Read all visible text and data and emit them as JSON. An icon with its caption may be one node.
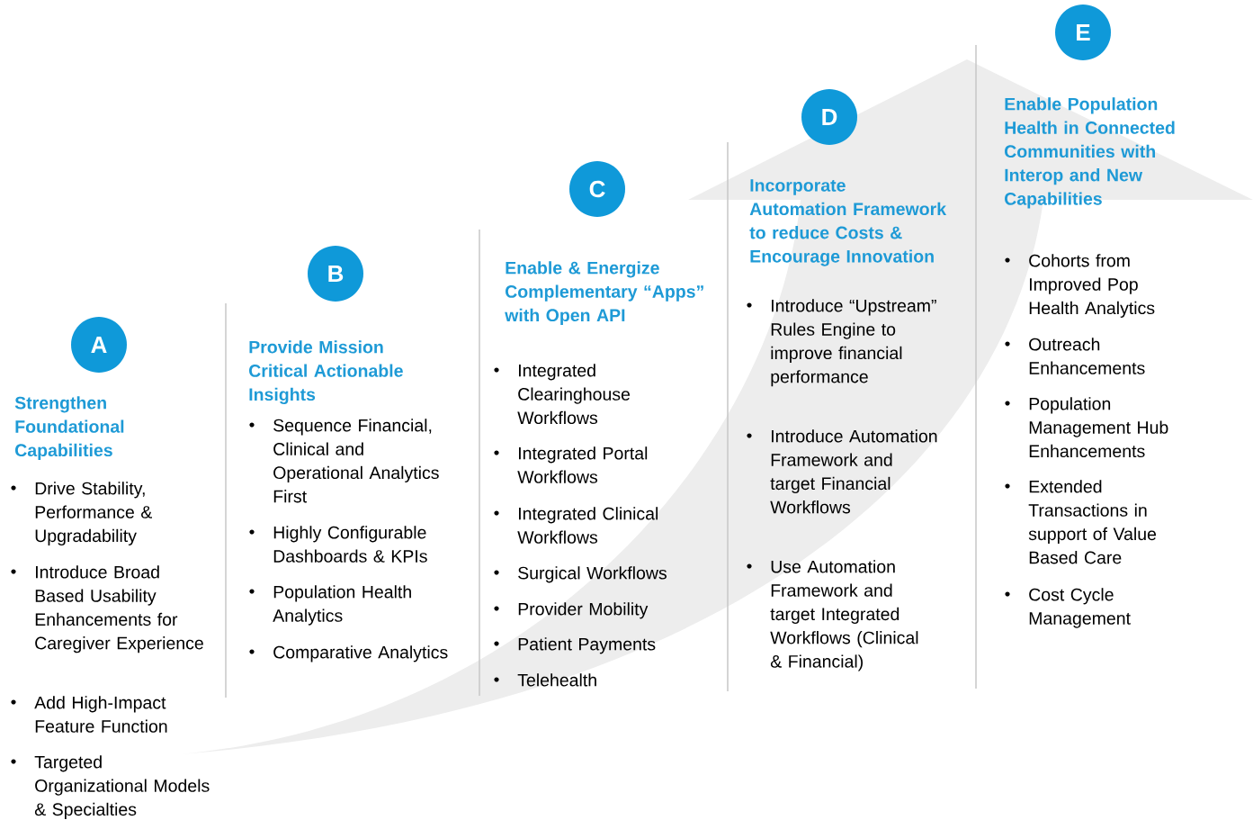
{
  "diagram": {
    "nodes": [
      {
        "text": [
          "A"
        ],
        "beside": [
          "Strengthen Foundational Capabilities"
        ]
      },
      {
        "text": [
          "B"
        ],
        "beside": [
          "Provide Mission Critical Actionable Insights"
        ]
      },
      {
        "text": [
          "C"
        ],
        "beside": [
          "Enable & Energize Complementary “Apps” with Open API"
        ]
      },
      {
        "text": [
          "D"
        ],
        "beside": [
          "Incorporate Automation Framework to reduce Costs & Encourage Innovation"
        ]
      },
      {
        "text": [
          "E"
        ],
        "beside": [
          "Enable Population Health in Connected Communities with Interop and New Capabilities"
        ]
      }
    ],
    "labels": [
      "Drive Stability, Performance & Upgradability",
      "Introduce Broad Based Usability Enhancements for Caregiver Experience",
      "Add High-Impact Feature Function",
      "Targeted Organizational Models & Specialties",
      "Sequence Financial, Clinical and Operational Analytics First",
      "Highly Configurable Dashboards & KPIs",
      "Population Health Analytics",
      "Comparative Analytics",
      "Integrated Clearinghouse Workflows",
      "Integrated Portal Workflows",
      "Integrated Clinical Workflows",
      "Surgical Workflows",
      "Provider Mobility",
      "Patient Payments",
      "Telehealth",
      "Introduce “Upstream” Rules Engine to improve financial performance",
      "Introduce Automation Framework and target Financial Workflows",
      "Use Automation Framework and target Integrated Workflows (Clinical & Financial)",
      "Cohorts from Improved Pop Health Analytics",
      "Outreach Enhancements",
      "Population Management Hub Enhancements",
      "Extended Transactions in support of Value Based Care",
      "Cost Cycle Management"
    ]
  }
}
